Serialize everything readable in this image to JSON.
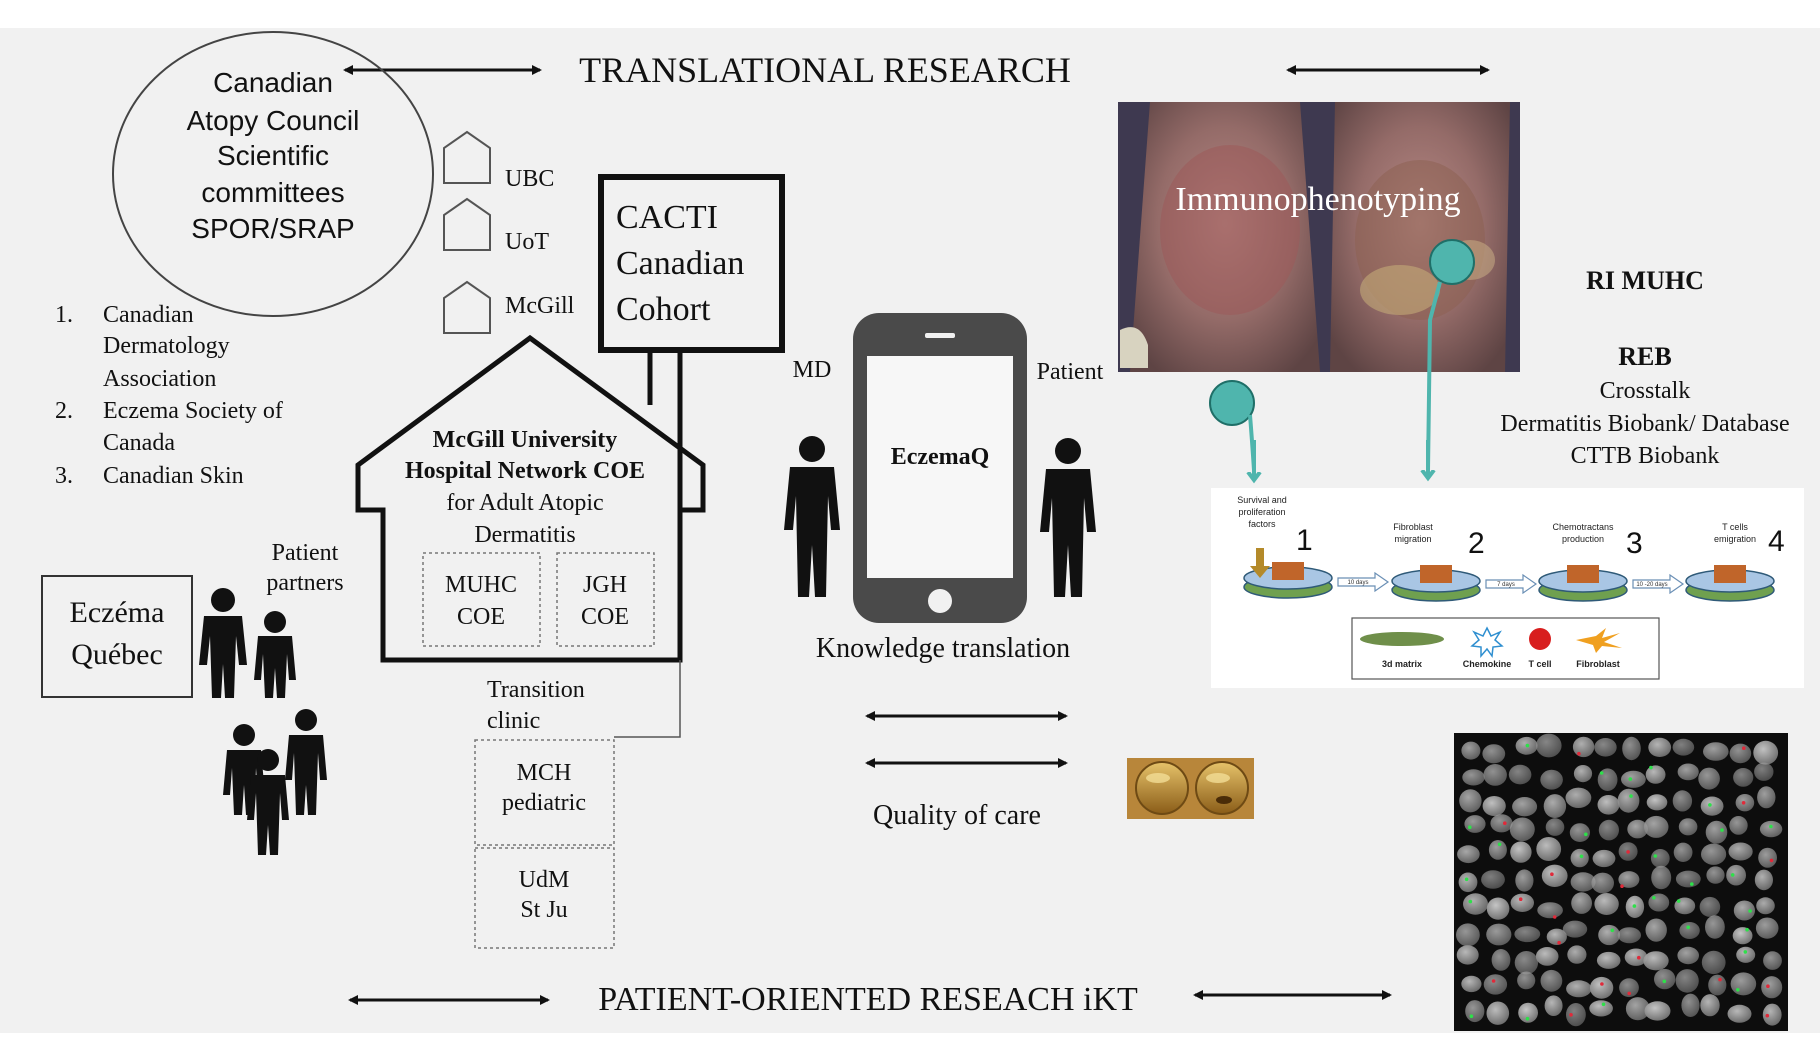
{
  "header": {
    "translational": "TRANSLATIONAL RESEARCH",
    "patient_oriented": "PATIENT-ORIENTED RESEACH iKT"
  },
  "council": {
    "lines": [
      "Canadian",
      "Atopy Council",
      "Scientific",
      "committees",
      "SPOR/SRAP"
    ]
  },
  "associations": [
    {
      "num": "1.",
      "lines": [
        "Canadian",
        "Dermatology",
        "Association"
      ]
    },
    {
      "num": "2.",
      "lines": [
        "Eczema Society of",
        "Canada"
      ]
    },
    {
      "num": "3.",
      "lines": [
        "Canadian Skin"
      ]
    }
  ],
  "universities": [
    "UBC",
    "UoT",
    "McGill"
  ],
  "cacti": {
    "lines": [
      "CACTI",
      "Canadian",
      "Cohort"
    ]
  },
  "main_house": {
    "title_lines": [
      "McGill University",
      "Hospital Network COE"
    ],
    "subtitle_lines": [
      "for Adult Atopic",
      "Dermatitis"
    ],
    "boxes": [
      {
        "lines": [
          "MUHC",
          "COE"
        ]
      },
      {
        "lines": [
          "JGH",
          "COE"
        ]
      }
    ]
  },
  "transition": {
    "label_lines": [
      "Transition",
      "clinic"
    ],
    "steps": [
      {
        "lines": [
          "MCH",
          "pediatric"
        ]
      },
      {
        "lines": [
          "UdM",
          "St Ju"
        ]
      }
    ]
  },
  "eczema_quebec": {
    "lines": [
      "Eczéma",
      "Québec"
    ]
  },
  "patient_partners": {
    "lines": [
      "Patient",
      "partners"
    ]
  },
  "phone": {
    "app": "EczemaQ",
    "md": "MD",
    "patient": "Patient",
    "knowledge": "Knowledge translation",
    "quality": "Quality of care"
  },
  "immuno": {
    "label": "Immunophenotyping"
  },
  "ri": {
    "ri_muhc": "RI MUHC",
    "reb": "REB",
    "lines": [
      "Crosstalk",
      "Dermatitis Biobank/ Database",
      "CTTB Biobank"
    ]
  },
  "assay": {
    "steps": [
      {
        "num": "1",
        "label_lines": [
          "Survival and",
          "proliferation",
          "factors"
        ]
      },
      {
        "num": "2",
        "label_lines": [
          "Fibroblast",
          "migration"
        ]
      },
      {
        "num": "3",
        "label_lines": [
          "Chemotractans",
          "production"
        ]
      },
      {
        "num": "4",
        "label_lines": [
          "T cells",
          "emigration"
        ]
      }
    ],
    "durations": [
      "10 days",
      "7 days",
      "10 -20 days"
    ],
    "legend": [
      "3d matrix",
      "Chemokine",
      "T cell",
      "Fibroblast"
    ]
  },
  "colors": {
    "background": "#f1f1f1",
    "teal": "#4fb5ad",
    "black": "#111111",
    "phone": "#4a4a4a"
  }
}
